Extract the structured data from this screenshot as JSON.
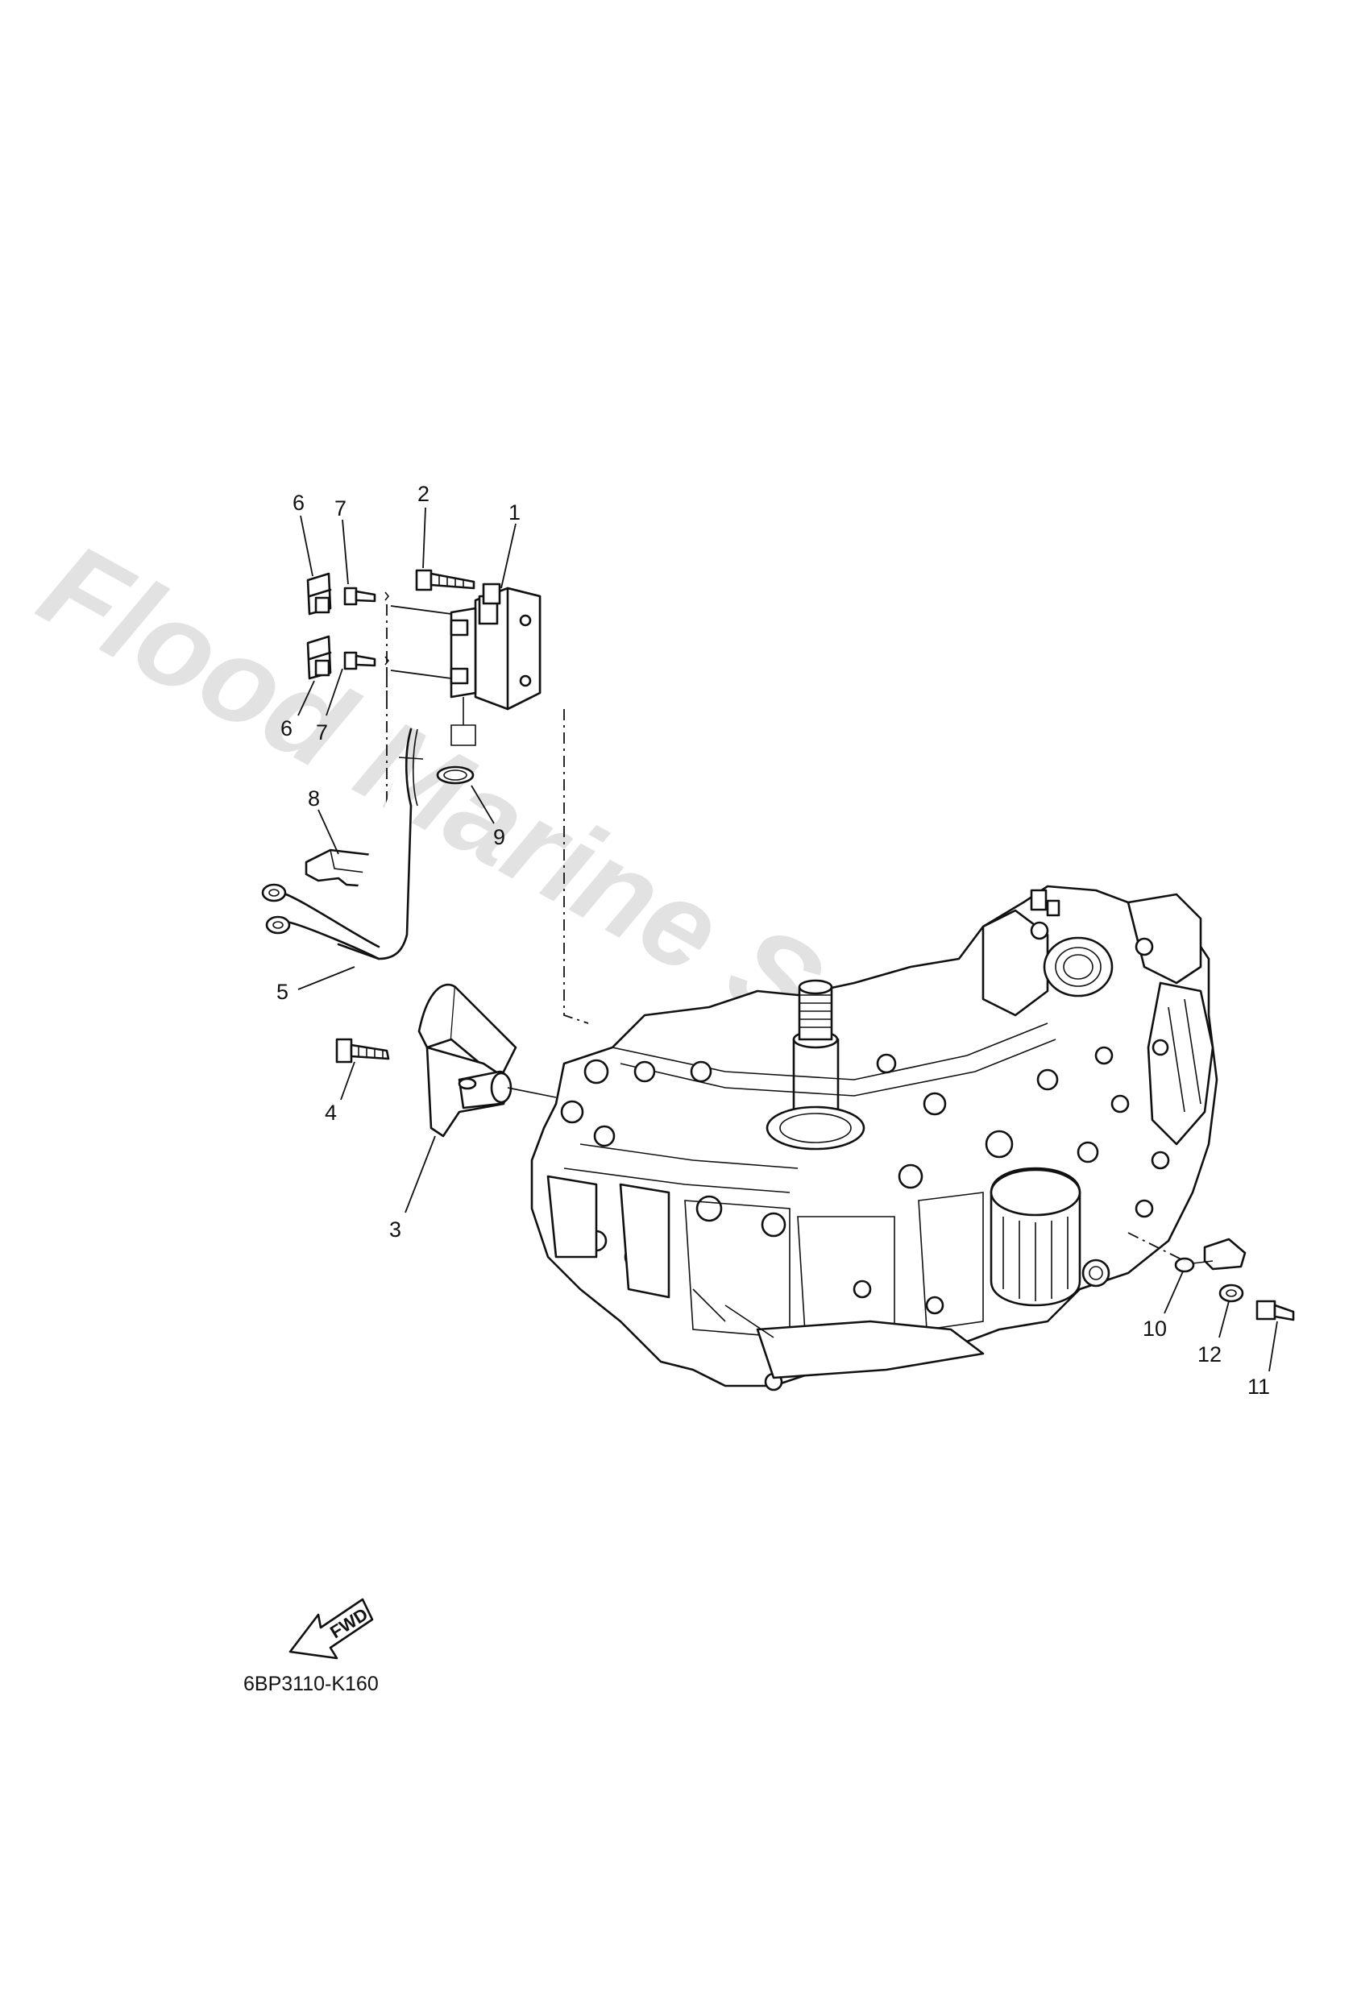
{
  "watermark": "Flood Marine Services",
  "diagram_code": "6BP3110-K160",
  "direction_label": "FWD",
  "callouts": [
    {
      "id": "c1",
      "label": "1"
    },
    {
      "id": "c2",
      "label": "2"
    },
    {
      "id": "c3",
      "label": "3"
    },
    {
      "id": "c4",
      "label": "4"
    },
    {
      "id": "c5",
      "label": "5"
    },
    {
      "id": "c6a",
      "label": "6"
    },
    {
      "id": "c6b",
      "label": "6"
    },
    {
      "id": "c7a",
      "label": "7"
    },
    {
      "id": "c7b",
      "label": "7"
    },
    {
      "id": "c8",
      "label": "8"
    },
    {
      "id": "c9",
      "label": "9"
    },
    {
      "id": "c10",
      "label": "10"
    },
    {
      "id": "c11",
      "label": "11"
    },
    {
      "id": "c12",
      "label": "12"
    }
  ]
}
